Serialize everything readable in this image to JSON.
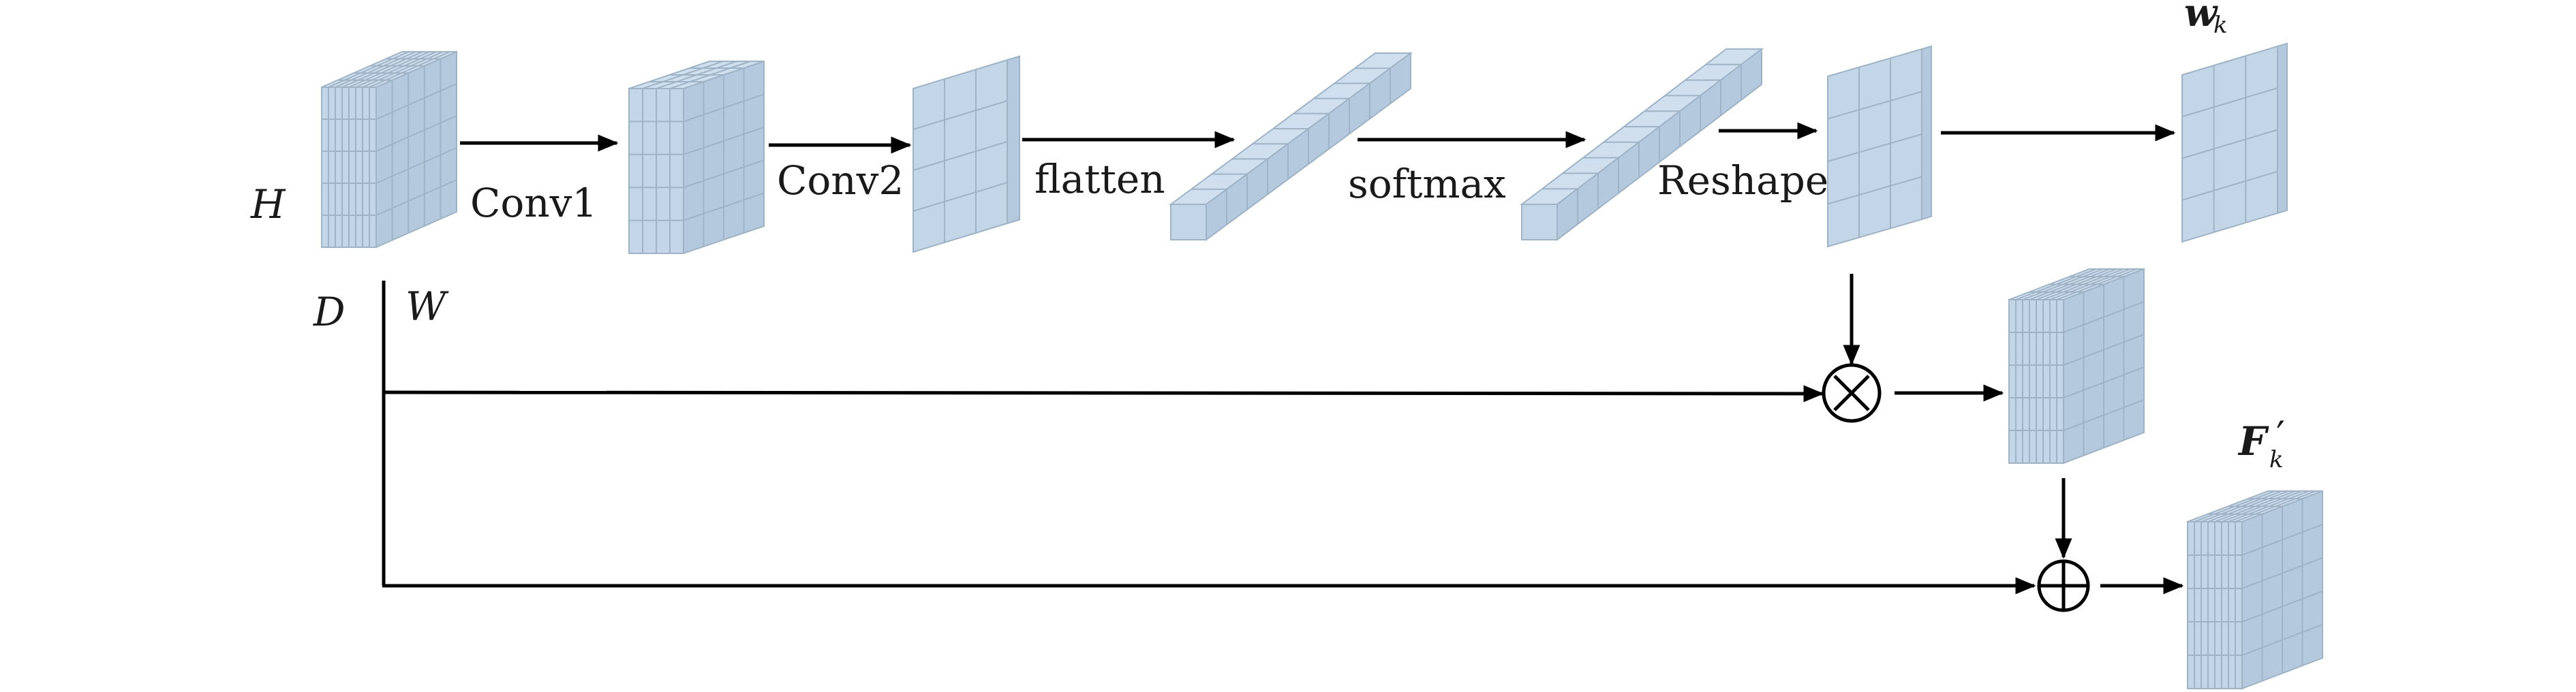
{
  "colors": {
    "tensor_front": "#c3d6e8",
    "tensor_top": "#cfdfee",
    "tensor_side": "#b4c9dd",
    "tensor_grid": "#9fb3c6",
    "line": "#000000"
  },
  "dimensions": {
    "height_label": "H",
    "depth_label": "D",
    "width_label": "W"
  },
  "steps": {
    "conv1": "Conv1",
    "conv2": "Conv2",
    "flatten": "flatten",
    "softmax": "softmax",
    "reshape": "Reshape"
  },
  "outputs": {
    "weight_main": "w",
    "weight_sub": "k",
    "feature_main": "F",
    "feature_sub": "k",
    "feature_prime": "′"
  },
  "operators": {
    "multiply": "multiply-operator",
    "add": "add-operator"
  }
}
